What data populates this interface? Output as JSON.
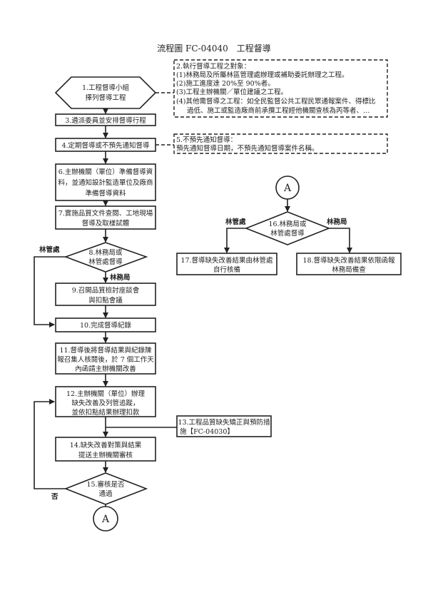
{
  "title": "流程圖 FC-04040　工程督導",
  "nodes": {
    "n1": [
      "1.工程督導小組",
      "擇列督導工程"
    ],
    "n2": [
      "2.執行督導工程之對象：",
      "(1)林務局及所屬林區管理處辦理或補助委託辦理之工程。",
      "(2)施工進度達 20%至 90%者。",
      "(3)工程主辦機關／單位建議之工程。",
      "(4)其他需督導之工程：如全民監督公共工程民眾通報案件、得標比",
      "過低、施工或監造廠商前承攬工程經他機關查核為丙等者、…"
    ],
    "n3": "3.遴派委員並安排督導行程",
    "n4": "4.定期督導或不預先通知督導",
    "n5": [
      "5.不預先通知督導：",
      "預先通知督導日期，不預先通知督導案件名稱。"
    ],
    "n6": [
      "6.主辦機關（單位）準備督導資",
      "料，並通知設計監造單位及廠商",
      "準備督導資料"
    ],
    "n7": [
      "7.實施品質文件查閱、工地現場",
      "督導及取樣試體"
    ],
    "n8": [
      "8.林務局或",
      "林管處督導"
    ],
    "n9": [
      "9.召開品質檢討座談會",
      "與扣點會議"
    ],
    "n10": "10.完成督導紀錄",
    "n11": [
      "11.督導後將督導結果與紀錄陳",
      "報召集人核閱後，於 7 個工作天",
      "內函請主辦機關改善"
    ],
    "n12": [
      "12.主辦機關（單位）辦理",
      "缺失改善及列管追蹤，",
      "並依扣點結果辦理扣款"
    ],
    "n13": [
      "13.工程品質缺失矯正與預防措",
      "施【FC-04030】"
    ],
    "n14": [
      "14.缺失改善對策與結果",
      "提送主辦機關審核"
    ],
    "n15": [
      "15.審核是否",
      "通過"
    ],
    "n16": [
      "16.林務局或",
      "林管處督導"
    ],
    "n17": [
      "17.督導缺失改善結果由林管處",
      "自行核備"
    ],
    "n18": [
      "18.督導缺失改善結果依限函報",
      "林務局備查"
    ]
  },
  "labels": {
    "branch_lgc": "林管處",
    "branch_lwj": "林務局",
    "no": "否",
    "connector": "A"
  }
}
